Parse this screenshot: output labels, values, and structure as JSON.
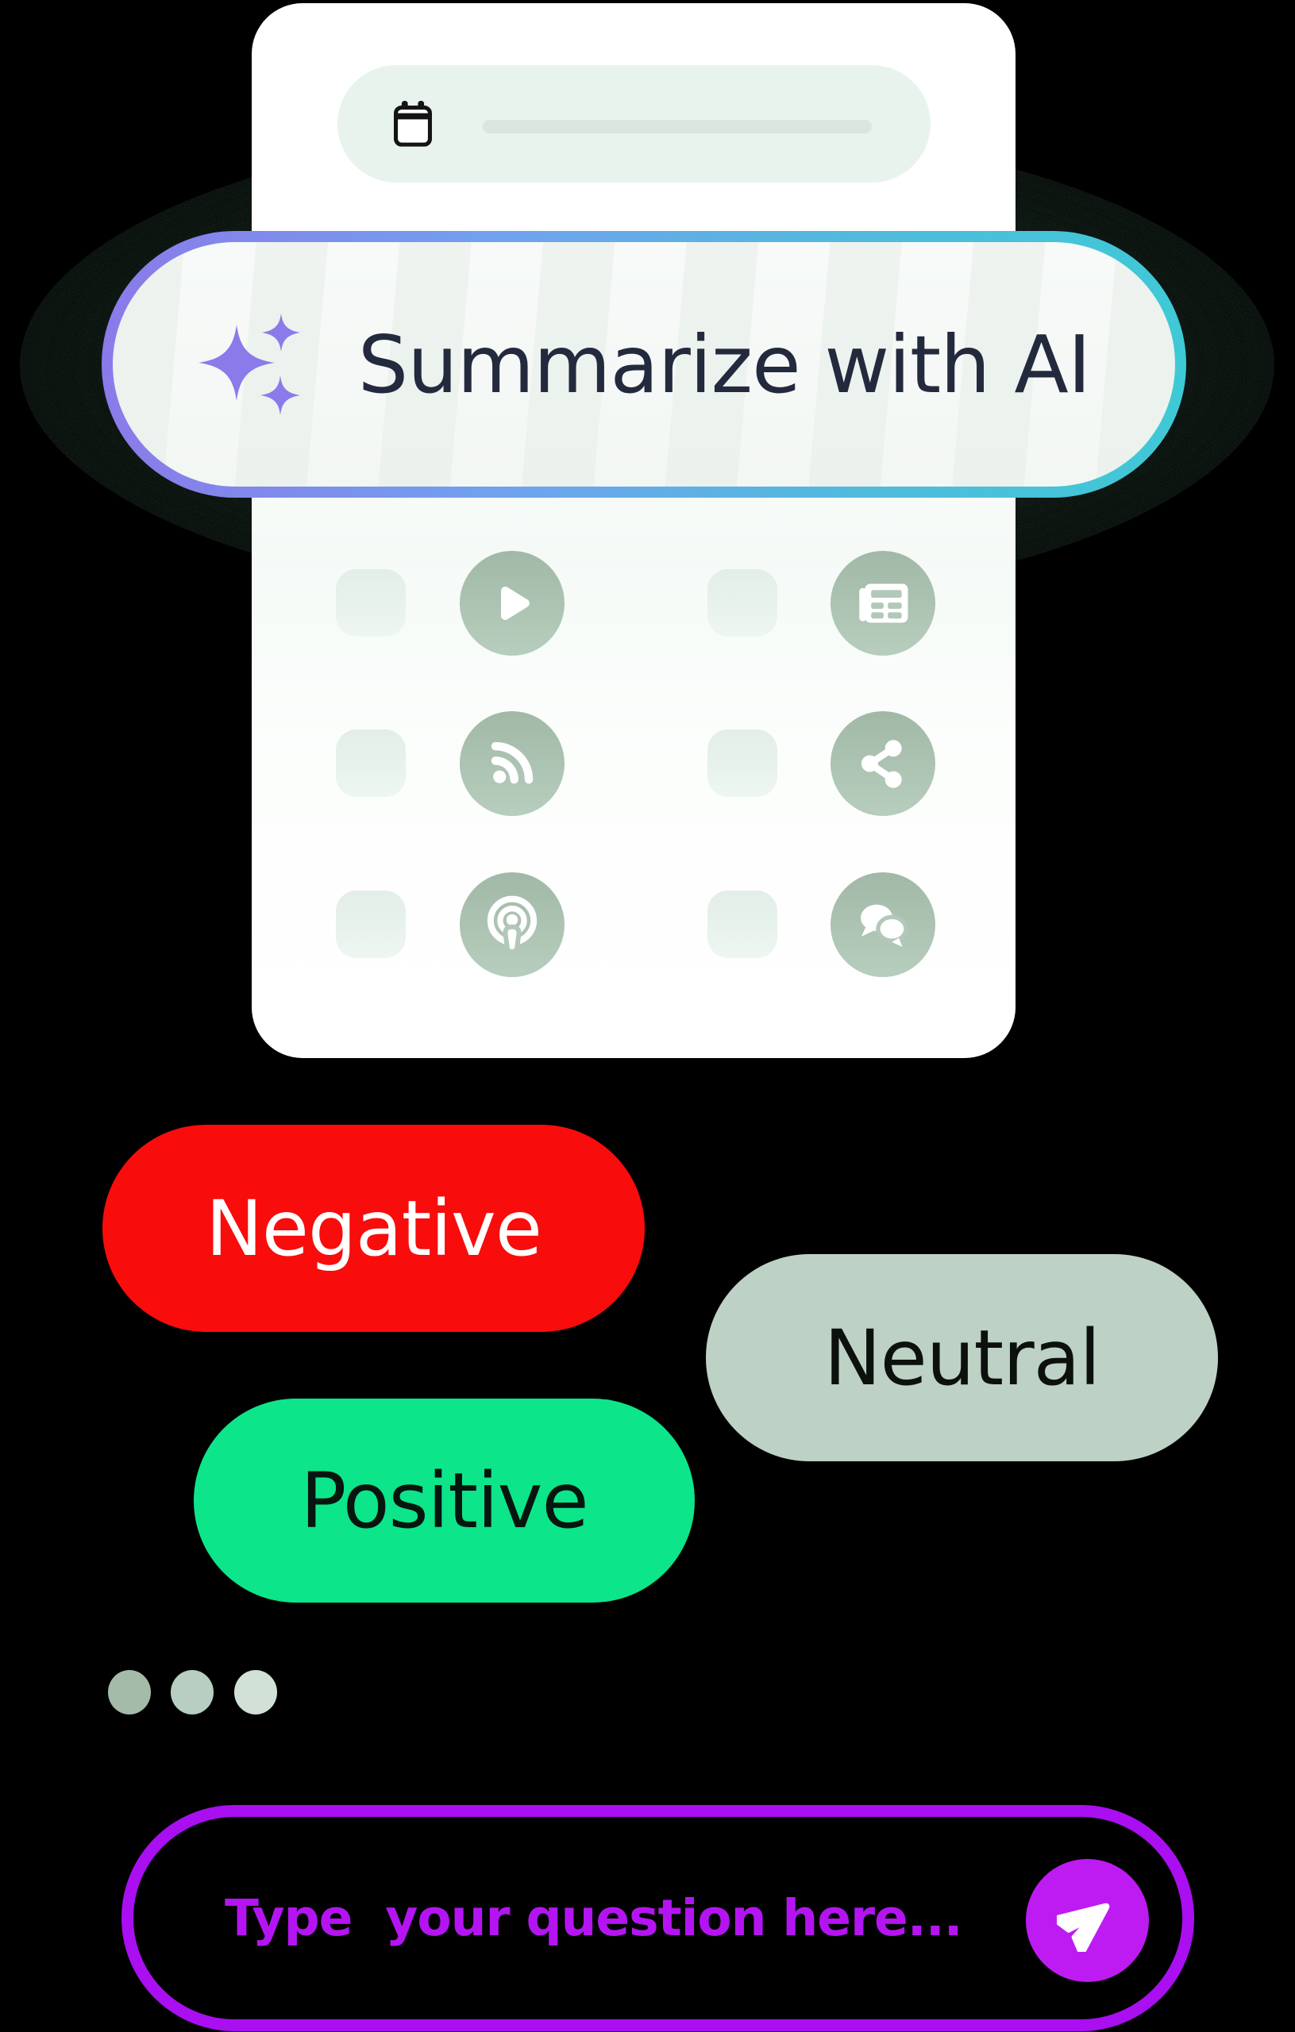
{
  "page": {
    "background": "#000000"
  },
  "summary_card": {
    "header": {
      "icon": "calendar-icon",
      "bg": "#E9F3ED",
      "placeholder_line_color": "#DBE4DE"
    },
    "action_circle_color": "#A9BFAE",
    "action_placeholder_color": "#E6F1EA",
    "actions": [
      {
        "icon": "play-icon"
      },
      {
        "icon": "news-icon"
      },
      {
        "icon": "rss-icon"
      },
      {
        "icon": "share-icon"
      },
      {
        "icon": "podcast-icon"
      },
      {
        "icon": "chat-icon"
      }
    ]
  },
  "summarize_button": {
    "label": "Summarize with AI",
    "icon": "sparkles-icon",
    "icon_color": "#8B7AEA",
    "text_color": "#242A3D",
    "border_gradient": [
      "#8B7AEA",
      "#6FA3EE",
      "#54B8DE",
      "#3EC9D6"
    ],
    "bg": "#F5F8F6"
  },
  "sentiment_tags": [
    {
      "label": "Negative",
      "bg": "#F90C0C",
      "text_color": "#FFFFFF"
    },
    {
      "label": "Neutral",
      "bg": "#BDD1C5",
      "text_color": "#0C110E"
    },
    {
      "label": "Positive",
      "bg": "#0DE58A",
      "text_color": "#07150F"
    }
  ],
  "typing_dots": {
    "colors": [
      "#A5BBAA",
      "#B8CEC0",
      "#D2E1D6"
    ]
  },
  "question_input": {
    "placeholder": "Type  your question here...",
    "border_color": "#A90FF0",
    "text_color": "#B514F2",
    "send_button": {
      "icon": "send-icon",
      "bg": "#BE1BF2",
      "icon_color": "#FFFFFF"
    }
  }
}
